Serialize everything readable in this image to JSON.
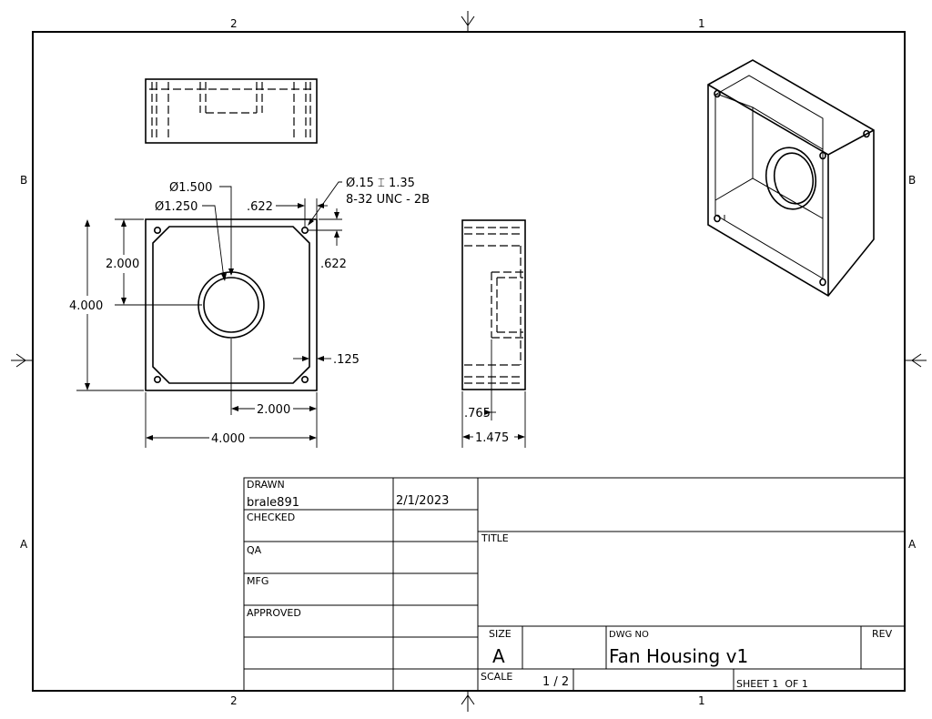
{
  "zones": {
    "top_left": "2",
    "top_right": "1",
    "bottom_left": "2",
    "bottom_right": "1",
    "left_upper": "B",
    "right_upper": "B",
    "left_lower": "A",
    "right_lower": "A"
  },
  "dimensions": {
    "dia_1500": "Ø1.500",
    "dia_1250": "Ø1.250",
    "hole_depth": "Ø.15 ⌶ 1.35",
    "hole_thread": "8-32 UNC - 2B",
    "dim_622_h": ".622",
    "dim_622_v": ".622",
    "dim_2000_v": "2.000",
    "dim_4000_v": "4.000",
    "dim_125": ".125",
    "dim_2000_h": "2.000",
    "dim_4000_h": "4.000",
    "dim_765": ".765",
    "dim_1475": "1.475"
  },
  "title_block": {
    "drawn_label": "DRAWN",
    "drawn_by": "brale891",
    "drawn_date": "2/1/2023",
    "checked_label": "CHECKED",
    "qa_label": "QA",
    "mfg_label": "MFG",
    "approved_label": "APPROVED",
    "title_label": "TITLE",
    "size_label": "SIZE",
    "size_value": "A",
    "dwg_no_label": "DWG NO",
    "dwg_no_value": "Fan Housing v1",
    "rev_label": "REV",
    "scale_label": "SCALE",
    "scale_value": "1 / 2",
    "sheet_label": "SHEET 1  OF 1"
  }
}
